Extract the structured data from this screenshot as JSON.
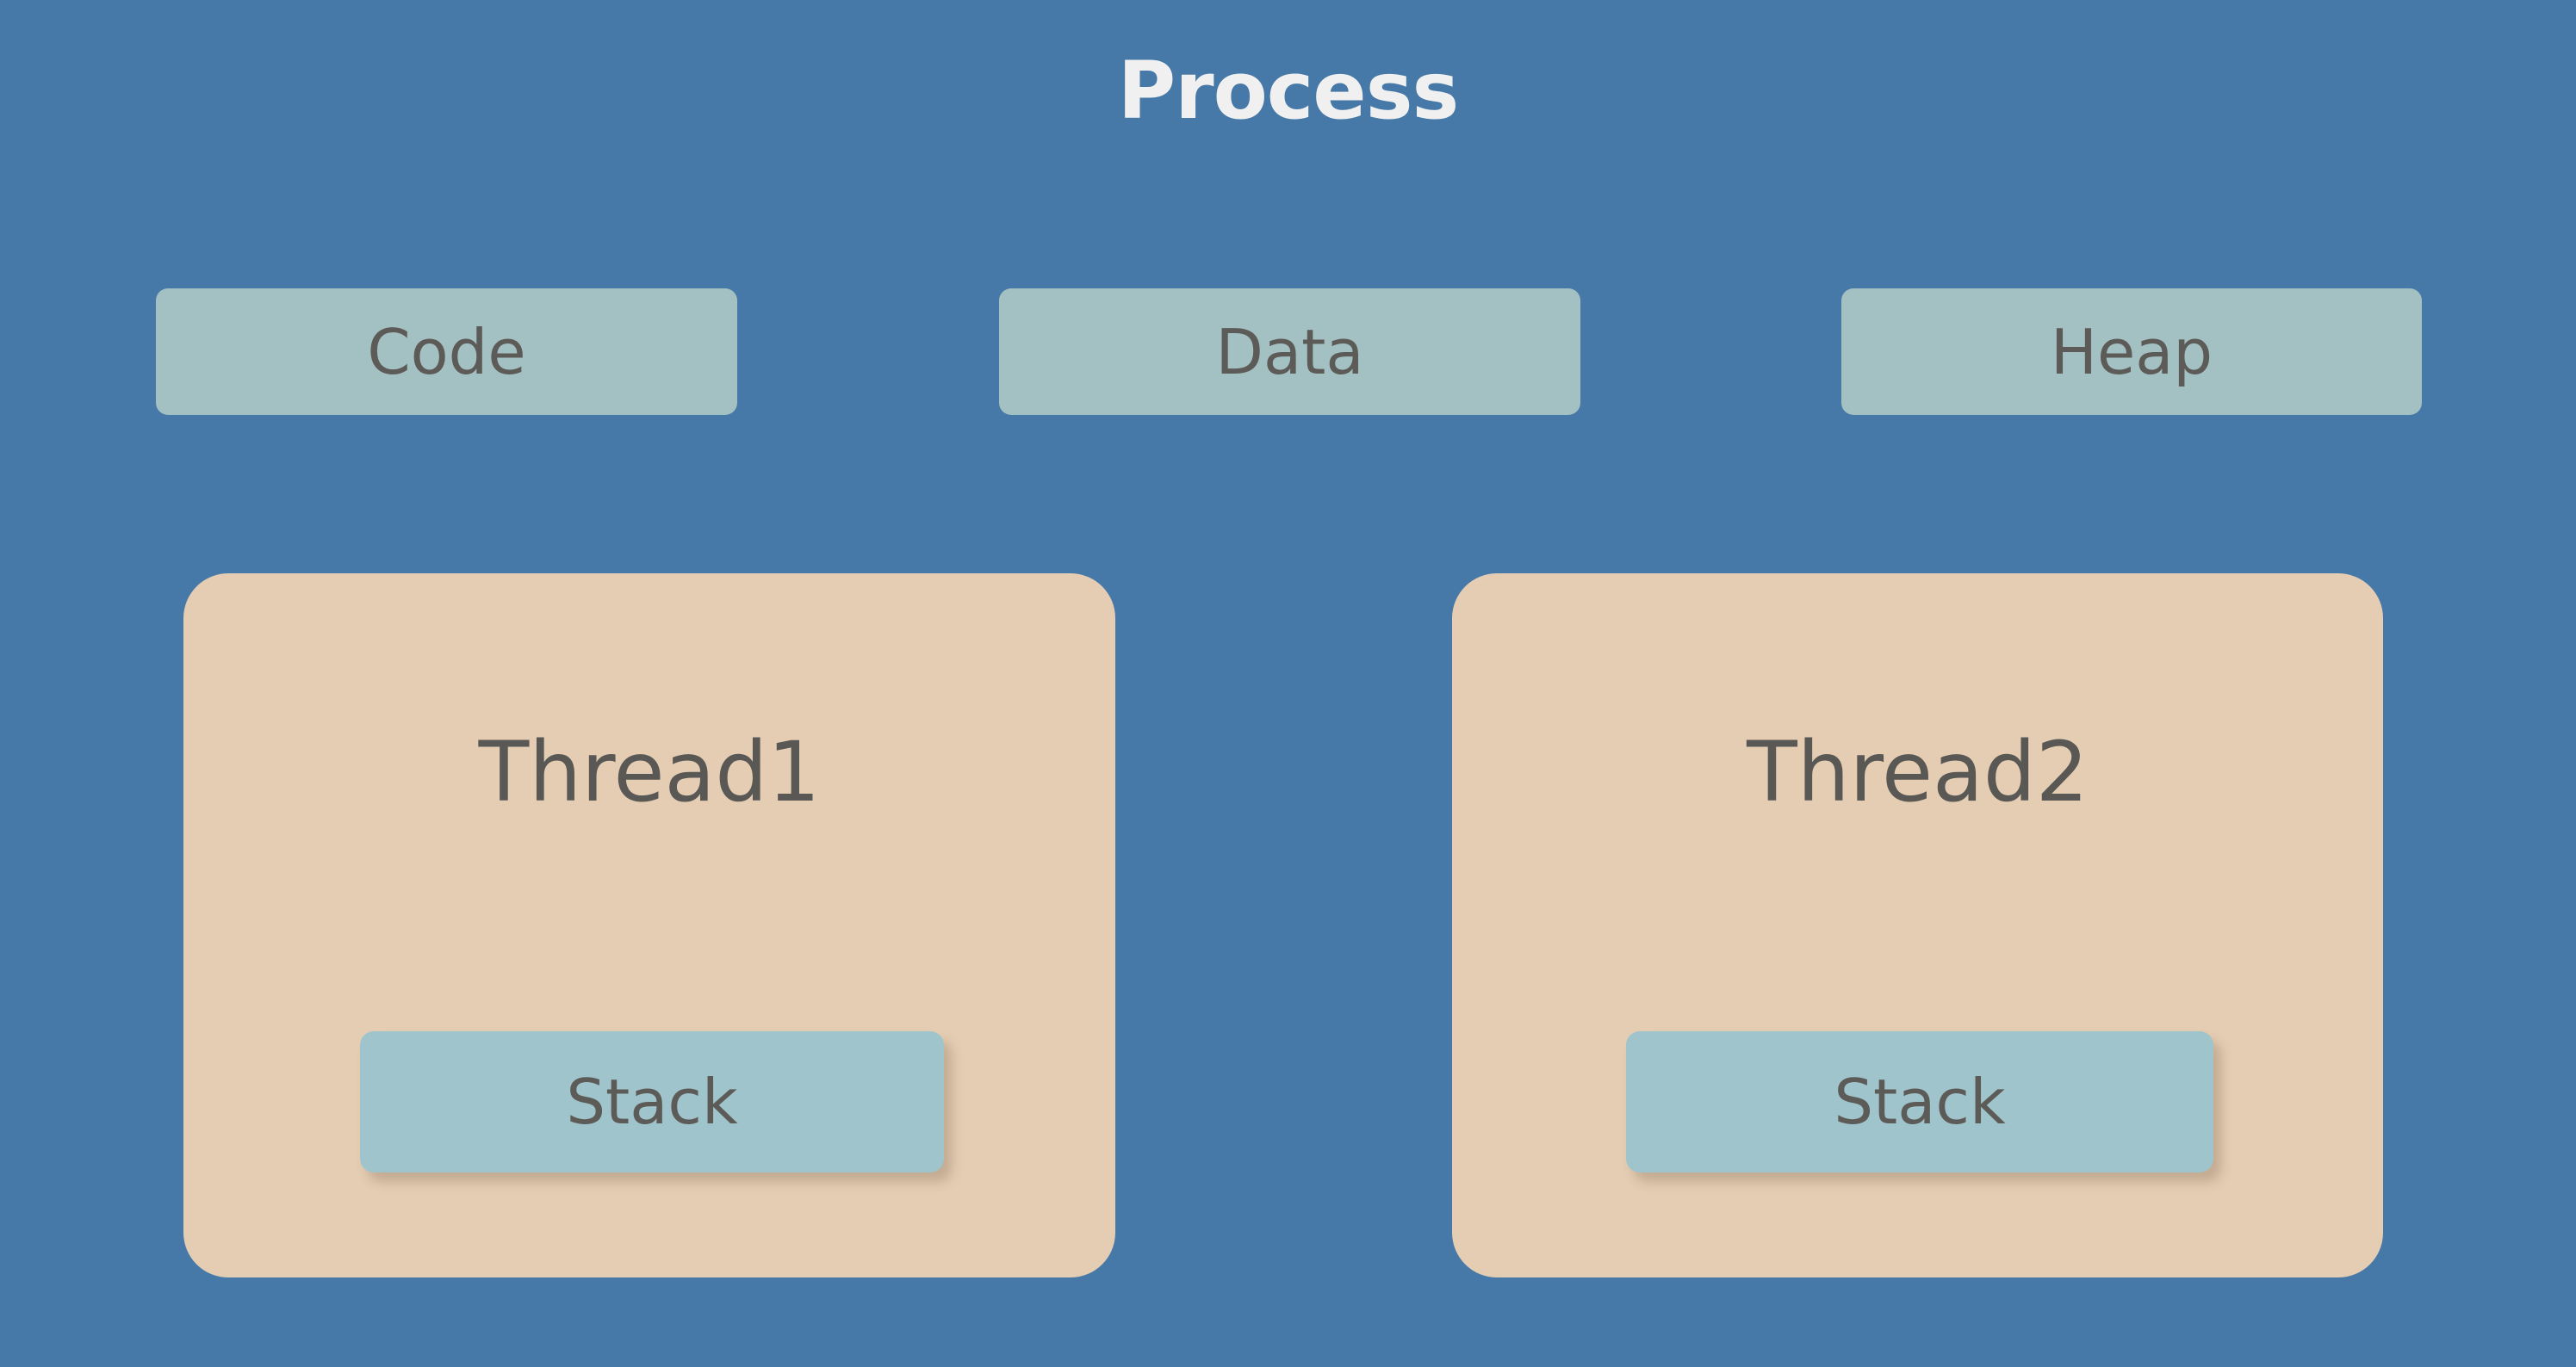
{
  "diagram": {
    "title": "Process",
    "background_color": "#4679a8",
    "title_color": "#f0f0f0"
  },
  "segments": {
    "box_color": "#a3c0c2",
    "label_color": "#5c5b57",
    "items": [
      {
        "label": "Code"
      },
      {
        "label": "Data"
      },
      {
        "label": "Heap"
      }
    ]
  },
  "threads": {
    "card_color": "#e4cdb3",
    "label_color": "#595855",
    "stack_color": "#a0c4cb",
    "items": [
      {
        "label": "Thread1",
        "stack_label": "Stack"
      },
      {
        "label": "Thread2",
        "stack_label": "Stack"
      }
    ]
  }
}
